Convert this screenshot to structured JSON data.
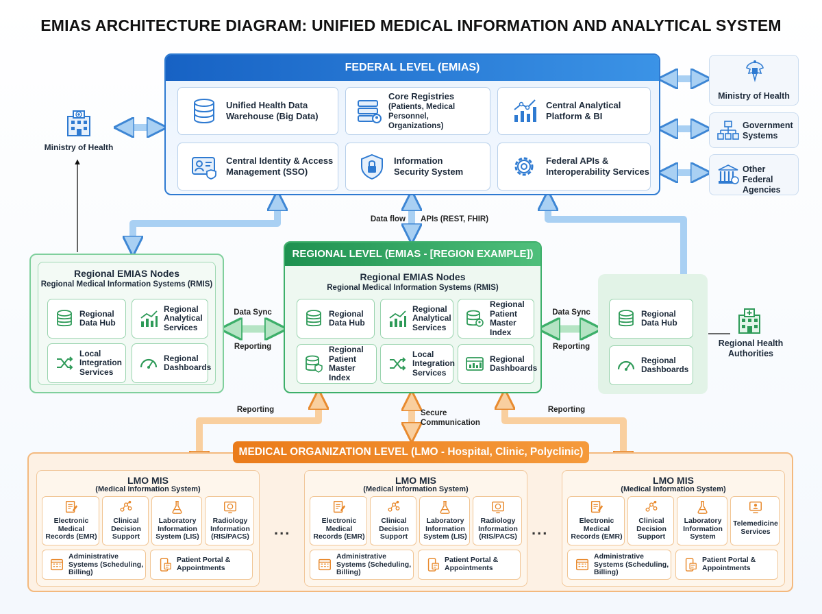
{
  "title": "EMIAS ARCHITECTURE DIAGRAM: UNIFIED MEDICAL INFORMATION AND ANALYTICAL SYSTEM",
  "federal": {
    "header": "FEDERAL LEVEL (EMIAS)",
    "cards": [
      {
        "line1": "Unified Health Data",
        "line2": "Warehouse (Big Data)",
        "sub": "",
        "icon": "database-icon"
      },
      {
        "line1": "Core Registries",
        "line2": "",
        "sub": "(Patients, Medical Personnel, Organizations)",
        "icon": "registry-server-icon"
      },
      {
        "line1": "Central Analytical",
        "line2": "Platform & BI",
        "sub": "",
        "icon": "analytics-chart-icon"
      },
      {
        "line1": "Central Identity & Access",
        "line2": "Management (SSO)",
        "sub": "",
        "icon": "id-card-icon"
      },
      {
        "line1": "Information",
        "line2": "Security System",
        "sub": "",
        "icon": "shield-lock-icon"
      },
      {
        "line1": "Federal APIs &",
        "line2": "Interoperability Services",
        "sub": "",
        "icon": "gear-icon"
      }
    ],
    "side": [
      {
        "label": "Ministry of Health",
        "icon": "emblem-icon"
      },
      {
        "label": "Government Systems",
        "icon": "org-chart-icon"
      },
      {
        "label": "Other Federal Agencies",
        "icon": "building-icon"
      }
    ]
  },
  "ministry_left": "Ministry of Health",
  "flows": {
    "data_flow": "Data flow",
    "apis": "APIs (REST, FHIR)",
    "data_sync_left": "Data Sync",
    "reporting_left": "Reporting",
    "data_sync_right": "Data Sync",
    "reporting_right": "Reporting",
    "reporting_bottom_left": "Reporting",
    "secure_communication": "Secure Communication",
    "reporting_bottom_right": "Reporting"
  },
  "regional": {
    "header": "REGIONAL LEVEL (EMIAS - [REGION EXAMPLE])",
    "node_title": "Regional EMIAS Nodes",
    "node_subtitle": "Regional Medical Information Systems (RMIS)",
    "center_cards": [
      {
        "text": "Regional Data Hub",
        "icon": "database-icon"
      },
      {
        "text": "Regional Analytical Services",
        "icon": "analytics-chart-icon"
      },
      {
        "text": "Regional Patient Master Index",
        "icon": "patient-index-icon"
      },
      {
        "text": "Regional Patient Master Index",
        "icon": "patient-index-icon"
      },
      {
        "text": "Local Integration Services",
        "icon": "shuffle-icon"
      },
      {
        "text": "Regional Dashboards",
        "icon": "dashboard-icon"
      }
    ],
    "left_title": "Regional EMIAS Nodes",
    "left_subtitle": "Regional Medical Information Systems (RMIS)",
    "left_cards": [
      {
        "text": "Regional Data Hub",
        "icon": "database-icon"
      },
      {
        "text": "Regional Analytical Services",
        "icon": "analytics-chart-icon"
      },
      {
        "text": "Local Integration Services",
        "icon": "shuffle-icon"
      },
      {
        "text": "Regional Dashboards",
        "icon": "gauge-icon"
      }
    ],
    "right_cards": [
      {
        "text": "Regional Data Hub",
        "icon": "database-icon"
      },
      {
        "text": "Regional Dashboards",
        "icon": "gauge-icon"
      }
    ],
    "regional_health_authorities": "Regional Health Authorities"
  },
  "medical": {
    "header": "MEDICAL ORGANIZATION LEVEL (LMO - Hospital, Clinic, Polyclinic)",
    "ellipsis": "...",
    "lmo": [
      {
        "title": "LMO MIS",
        "subtitle": "(Medical Information System)",
        "top": [
          "Electronic Medical Records (EMR)",
          "Clinical Decision Support",
          "Laboratory Information System (LIS)",
          "Radiology Information (RIS/PACS)"
        ],
        "bottom": [
          "Administrative Systems (Scheduling, Billing)",
          "Patient Portal & Appointments"
        ]
      },
      {
        "title": "LMO MIS",
        "subtitle": "(Medical Information System)",
        "top": [
          "Electronic Medical Records (EMR)",
          "Clinical Decision Support",
          "Laboratory Information System (LIS)",
          "Radiology Information (RIS/PACS)"
        ],
        "bottom": [
          "Administrative Systems (Scheduling, Billing)",
          "Patient Portal & Appointments"
        ]
      },
      {
        "title": "LMO MIS",
        "subtitle": "(Medical Information System)",
        "top": [
          "Electronic Medical Records (EMR)",
          "Clinical Decision Support",
          "Laboratory Information System",
          "Telemedicine Services"
        ],
        "bottom": [
          "Administrative Systems (Scheduling, Billing)",
          "Patient Portal & Appointments"
        ]
      }
    ]
  },
  "colors": {
    "federal_blue": "#2e7ad1",
    "regional_green": "#3daf6a",
    "medical_orange": "#ea7b1a",
    "arrow_blue": "#a9d0f3",
    "arrow_green": "#b5e4c4",
    "arrow_orange": "#f9cf9f"
  }
}
